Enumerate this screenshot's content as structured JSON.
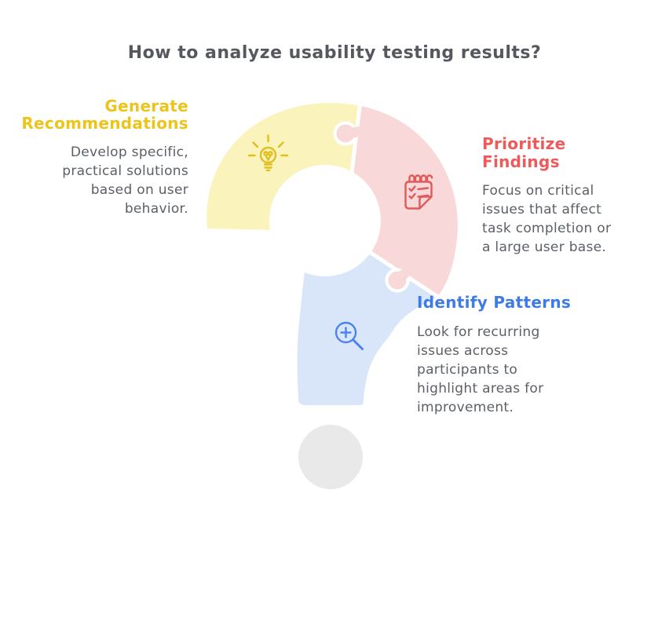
{
  "title": "How to analyze usability testing results?",
  "sections": {
    "generate": {
      "heading_lines": [
        "Generate",
        "Recommendations"
      ],
      "body_lines": [
        "Develop specific,",
        "practical solutions",
        "based on user",
        "behavior."
      ],
      "icon": "lightbulb-icon",
      "heading_color": "#EDC41A",
      "piece_color": "#FAF3BB"
    },
    "prioritize": {
      "heading_lines": [
        "Prioritize",
        "Findings"
      ],
      "body_lines": [
        "Focus on critical",
        "issues that affect",
        "task completion or",
        "a large user base."
      ],
      "icon": "checklist-notepad-icon",
      "heading_color": "#EE5A5A",
      "piece_color": "#F9D8D9"
    },
    "identify": {
      "heading_lines": [
        "Identify Patterns"
      ],
      "body_lines": [
        "Look for recurring",
        "issues across",
        "participants to",
        "highlight areas for",
        "improvement."
      ],
      "icon": "magnifier-zoom-icon",
      "heading_color": "#3D7CE8",
      "piece_color": "#D9E6FA"
    }
  },
  "graphic": {
    "shape": "question-mark made of three puzzle pieces with gray dot",
    "dot_color": "#E9E9E9",
    "body_text_color": "#5B6066",
    "title_color": "#55585E",
    "icon_stroke_colors": {
      "lightbulb": "#E0BF1E",
      "notepad": "#E05A5A",
      "magnifier": "#4C83E8"
    }
  }
}
